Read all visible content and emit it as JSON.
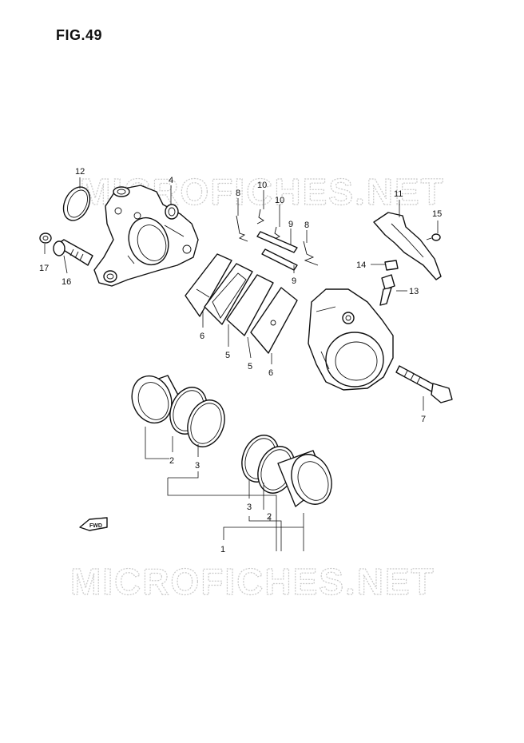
{
  "figure": {
    "title": "FIG.49"
  },
  "watermarks": [
    "MICROFICHES.NET",
    "MICROFICHES.NET"
  ],
  "fwd_label": "FWD",
  "callouts": [
    {
      "id": "c12",
      "label": "12"
    },
    {
      "id": "c4",
      "label": "4"
    },
    {
      "id": "c8a",
      "label": "8"
    },
    {
      "id": "c10a",
      "label": "10"
    },
    {
      "id": "c10b",
      "label": "10"
    },
    {
      "id": "c9a",
      "label": "9"
    },
    {
      "id": "c8b",
      "label": "8"
    },
    {
      "id": "c9b",
      "label": "9"
    },
    {
      "id": "c11",
      "label": "11"
    },
    {
      "id": "c15",
      "label": "15"
    },
    {
      "id": "c14",
      "label": "14"
    },
    {
      "id": "c13",
      "label": "13"
    },
    {
      "id": "c17",
      "label": "17"
    },
    {
      "id": "c16",
      "label": "16"
    },
    {
      "id": "c6a",
      "label": "6"
    },
    {
      "id": "c5a",
      "label": "5"
    },
    {
      "id": "c5b",
      "label": "5"
    },
    {
      "id": "c6b",
      "label": "6"
    },
    {
      "id": "c7",
      "label": "7"
    },
    {
      "id": "c2a",
      "label": "2"
    },
    {
      "id": "c3a",
      "label": "3"
    },
    {
      "id": "c3b",
      "label": "3"
    },
    {
      "id": "c2b",
      "label": "2"
    },
    {
      "id": "c1",
      "label": "1"
    }
  ]
}
